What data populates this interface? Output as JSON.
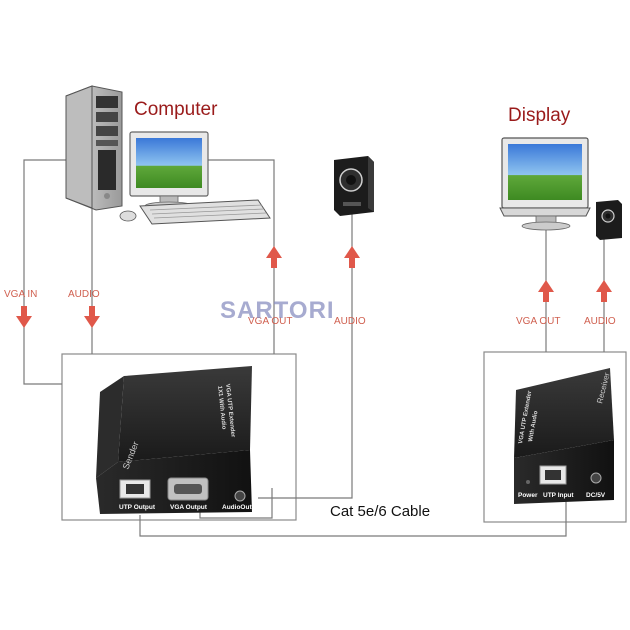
{
  "title_computer": "Computer",
  "title_display": "Display",
  "watermark": "SARTORI",
  "labels": {
    "vga_in": "VGA IN",
    "audio_in": "AUDIO",
    "vga_out_left": "VGA OUT",
    "audio_out_left": "AUDIO",
    "vga_out_right": "VGA OUT",
    "audio_out_right": "AUDIO"
  },
  "cable_label": "Cat 5e/6 Cable",
  "sender": {
    "side_label": "Sender",
    "top_text_1": "VGA UTP Extender",
    "top_text_2": "1X1 With Audio",
    "ports": [
      "UTP Output",
      "VGA Output",
      "AudioOut"
    ]
  },
  "receiver": {
    "side_label": "Receiver",
    "top_text_1": "VGA UTP Extender",
    "top_text_2": "With Audio",
    "ports": [
      "Power",
      "UTP Input",
      "DC/5V"
    ]
  },
  "colors": {
    "title": "#9a1b1b",
    "arrow": "#e0584a",
    "arrow_label": "#d06050",
    "watermark": "#8a8fc0",
    "line": "#7a7a7a"
  }
}
